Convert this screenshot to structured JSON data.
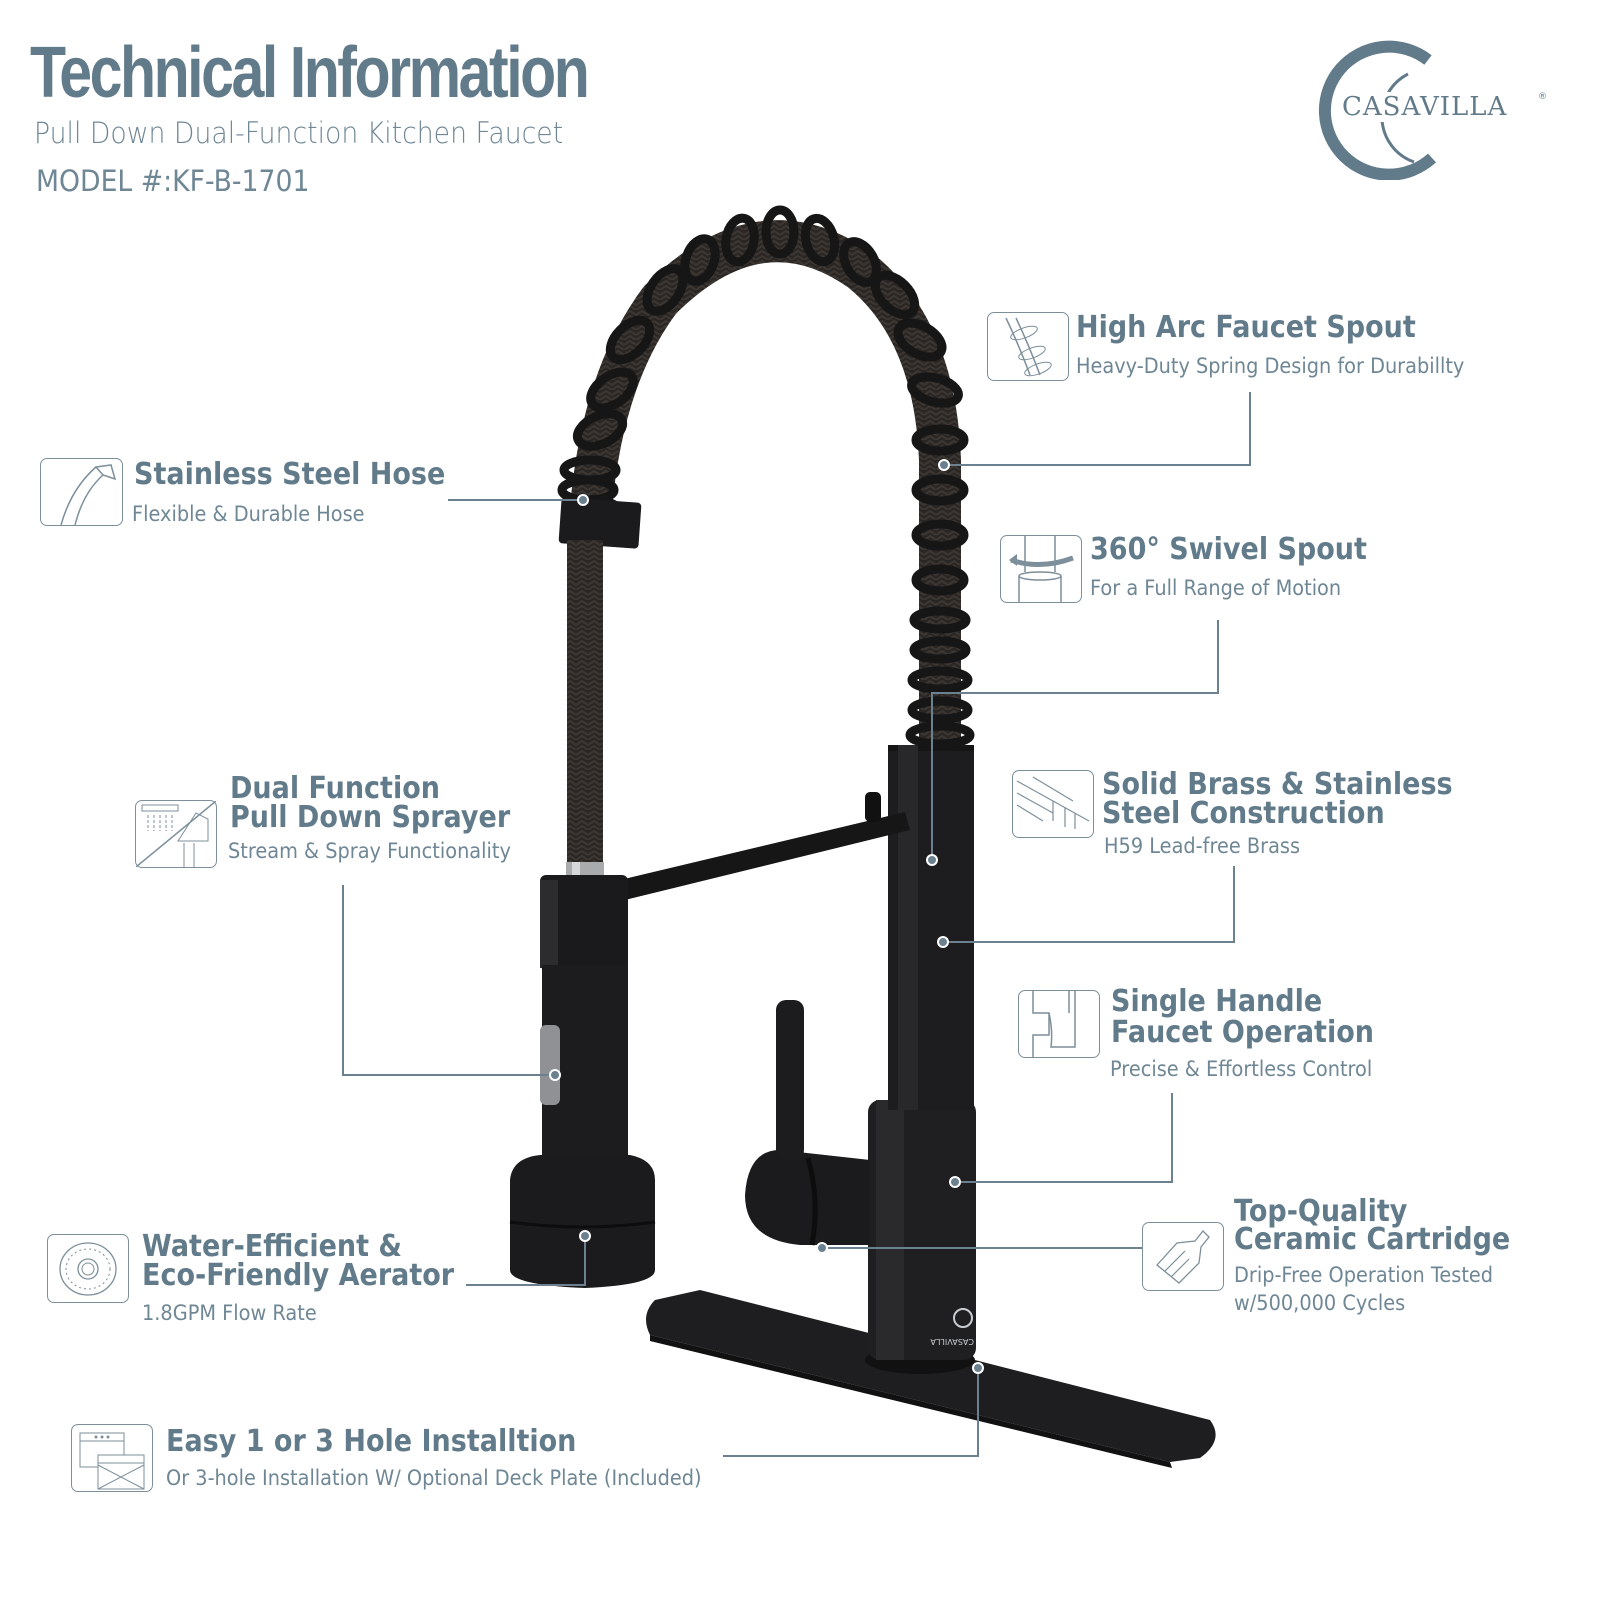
{
  "header": {
    "title": "Technical Information",
    "subtitle": "Pull Down Dual-Function Kitchen Faucet",
    "model": "MODEL #:KF-B-1701"
  },
  "brand": {
    "name": "CASAVILLA",
    "registered": "®",
    "color": "#627b8a"
  },
  "product": {
    "finish": "matte black",
    "base_logo_text": "CASAVILLA"
  },
  "features": [
    {
      "id": "high-arc",
      "icon": "spring-spout-icon",
      "title_lines": [
        "High Arc Faucet Spout"
      ],
      "desc_lines": [
        "Heavy-Duty Spring Design for Durabillty"
      ]
    },
    {
      "id": "hose",
      "icon": "hose-icon",
      "title_lines": [
        "Stainless Steel Hose"
      ],
      "desc_lines": [
        "Flexible & Durable Hose"
      ]
    },
    {
      "id": "swivel",
      "icon": "swivel-icon",
      "title_lines": [
        "360° Swivel Spout"
      ],
      "desc_lines": [
        "For a Full Range of Motion"
      ]
    },
    {
      "id": "sprayer",
      "icon": "sprayer-icon",
      "title_lines": [
        "Dual Function",
        "Pull Down Sprayer"
      ],
      "desc_lines": [
        "Stream & Spray Functionality"
      ]
    },
    {
      "id": "construction",
      "icon": "brass-bars-icon",
      "title_lines": [
        "Solid Brass & Stainless",
        "Steel Construction"
      ],
      "desc_lines": [
        "H59 Lead-free Brass"
      ]
    },
    {
      "id": "handle",
      "icon": "handle-icon",
      "title_lines": [
        "Single Handle",
        "Faucet Operation"
      ],
      "desc_lines": [
        "Precise & Effortless Control"
      ]
    },
    {
      "id": "cartridge",
      "icon": "cartridge-icon",
      "title_lines": [
        "Top-Quality",
        "Ceramic Cartridge"
      ],
      "desc_lines": [
        "Drip-Free Operation Tested",
        "w/500,000 Cycles"
      ]
    },
    {
      "id": "aerator",
      "icon": "aerator-icon",
      "title_lines": [
        "Water-Efficient &",
        "Eco-Friendly Aerator"
      ],
      "desc_lines": [
        "1.8GPM Flow Rate"
      ]
    },
    {
      "id": "install",
      "icon": "sink-holes-icon",
      "title_lines": [
        "Easy 1 or 3 Hole Installtion"
      ],
      "desc_lines": [
        "Or 3-hole Installation W/ Optional Deck Plate (Included)"
      ]
    }
  ],
  "colors": {
    "text": "#627b8a",
    "leader_line": "#6c8190",
    "faucet": "#1c1c1e"
  }
}
